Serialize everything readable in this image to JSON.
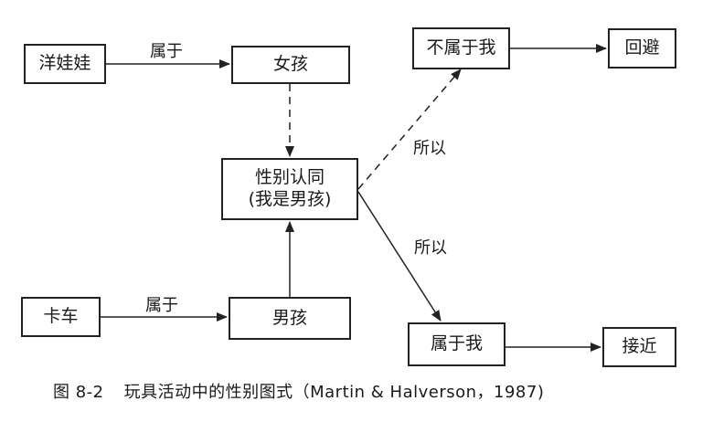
{
  "nodes": {
    "doll": "洋娃娃",
    "girl": "女孩",
    "not_mine": "不属于我",
    "avoid": "回避",
    "identity_line1": "性别认同",
    "identity_line2": "(我是男孩)",
    "truck": "卡车",
    "boy": "男孩",
    "mine": "属于我",
    "approach": "接近"
  },
  "edge_labels": {
    "doll_girl": "属于",
    "truck_boy": "属于",
    "identity_not_mine": "所以",
    "identity_mine": "所以"
  },
  "caption": {
    "number": "图 8-2",
    "text": "玩具活动中的性别图式（Martin & Halverson，1987)"
  }
}
